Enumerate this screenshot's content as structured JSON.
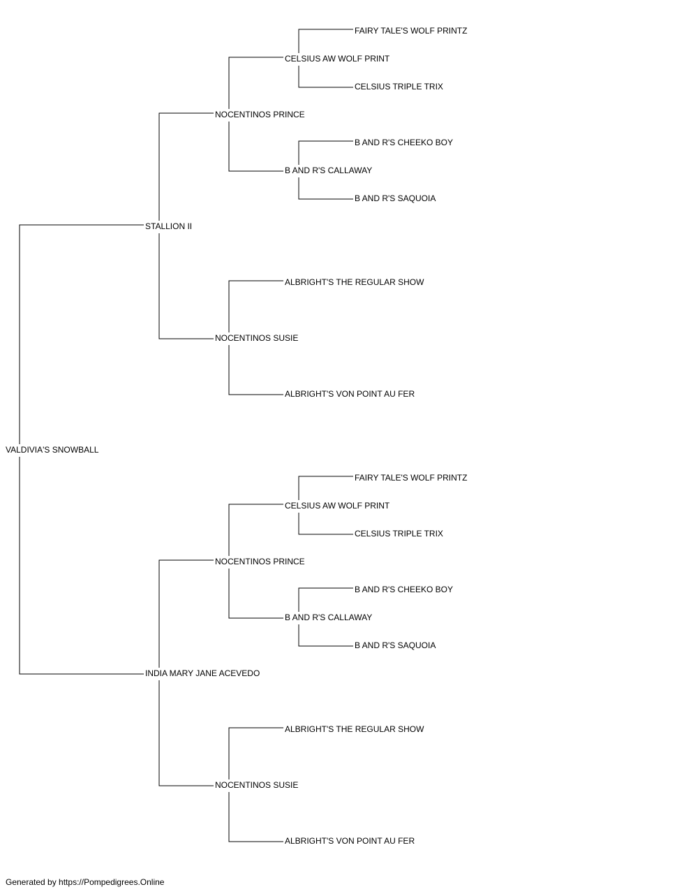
{
  "pedigree": {
    "subject": "VALDIVIA'S SNOWBALL",
    "sire": {
      "name": "STALLION II",
      "sire": {
        "name": "NOCENTINOS PRINCE",
        "sire": {
          "name": "CELSIUS AW WOLF PRINT",
          "sire": "FAIRY TALE'S WOLF PRINTZ",
          "dam": "CELSIUS TRIPLE TRIX"
        },
        "dam": {
          "name": "B AND R'S CALLAWAY",
          "sire": "B AND R'S CHEEKO BOY",
          "dam": "B AND R'S SAQUOIA"
        }
      },
      "dam": {
        "name": "NOCENTINOS SUSIE",
        "sire": "ALBRIGHT'S THE REGULAR SHOW",
        "dam": "ALBRIGHT'S VON POINT AU FER"
      }
    },
    "dam": {
      "name": "INDIA MARY JANE ACEVEDO",
      "sire": {
        "name": "NOCENTINOS PRINCE",
        "sire": {
          "name": "CELSIUS AW WOLF PRINT",
          "sire": "FAIRY TALE'S WOLF PRINTZ",
          "dam": "CELSIUS TRIPLE TRIX"
        },
        "dam": {
          "name": "B AND R'S CALLAWAY",
          "sire": "B AND R'S CHEEKO BOY",
          "dam": "B AND R'S SAQUOIA"
        }
      },
      "dam": {
        "name": "NOCENTINOS SUSIE",
        "sire": "ALBRIGHT'S THE REGULAR SHOW",
        "dam": "ALBRIGHT'S VON POINT AU FER"
      }
    }
  },
  "footer": {
    "text": "Generated by https://Pompedigrees.Online"
  }
}
